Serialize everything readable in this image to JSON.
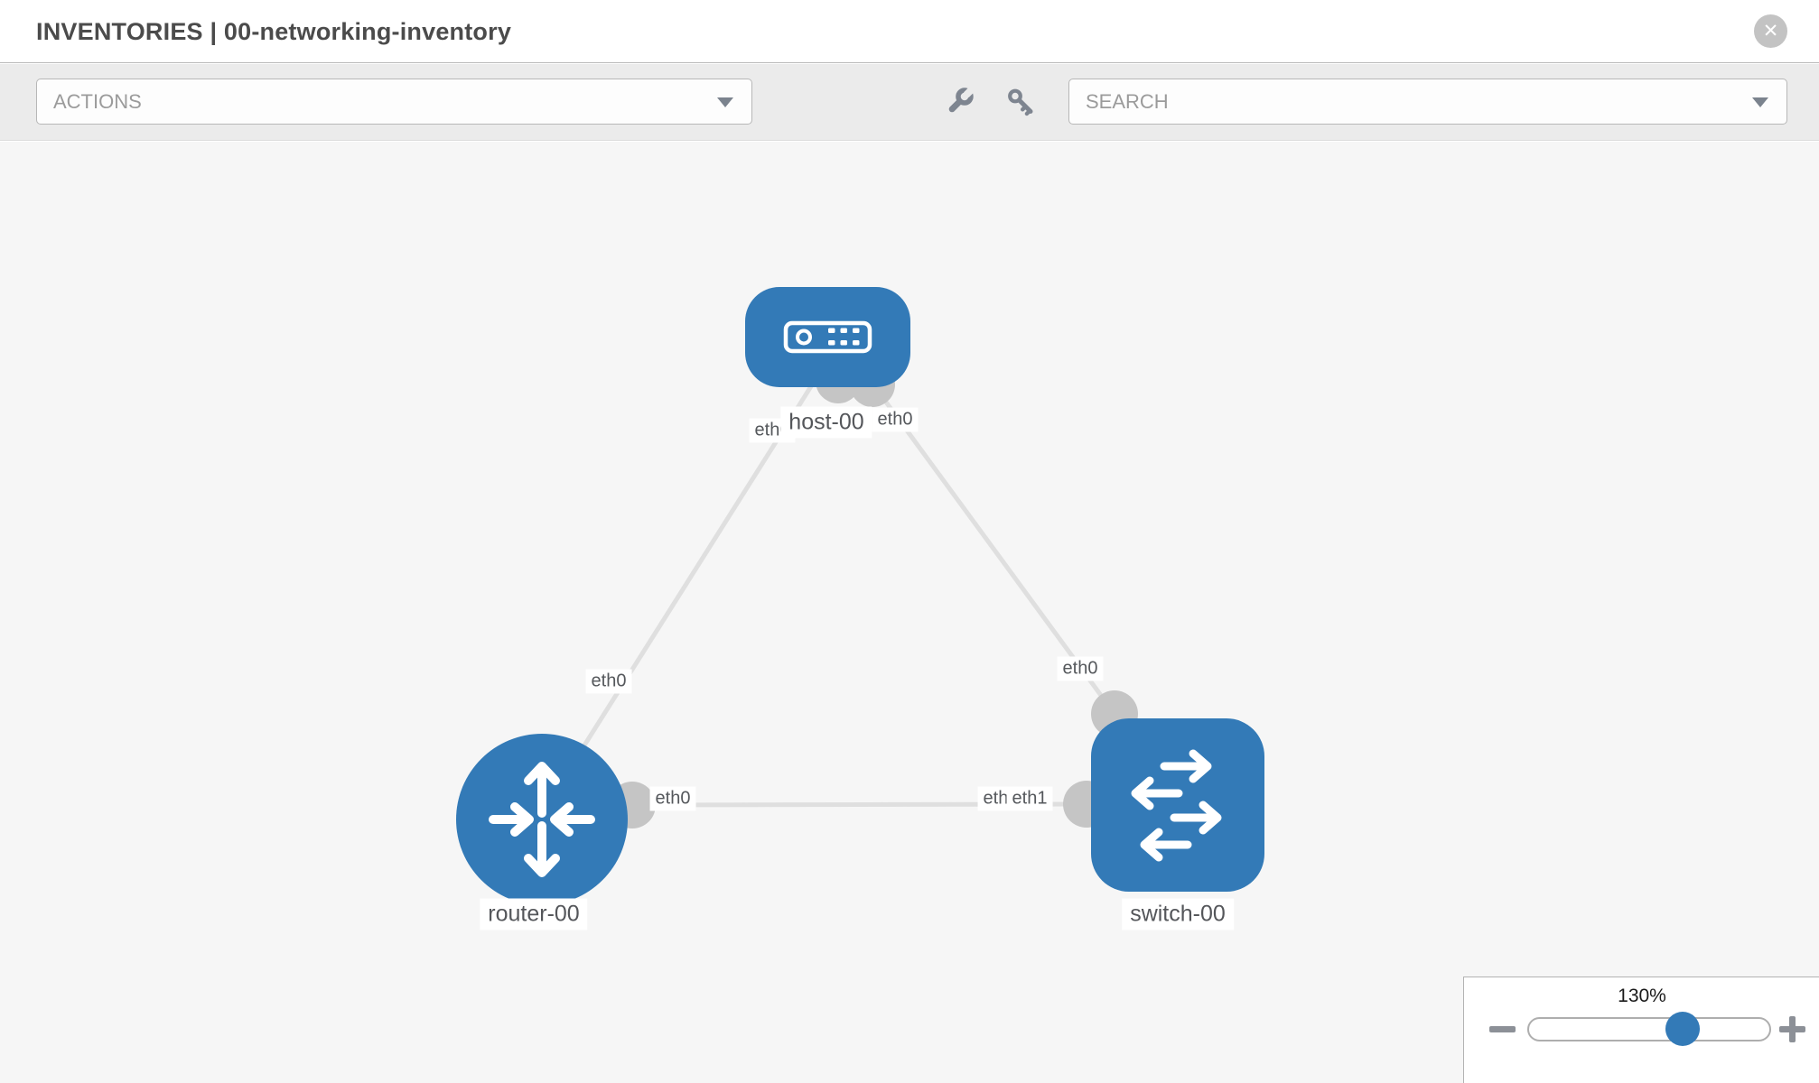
{
  "header": {
    "title": "INVENTORIES | 00-networking-inventory",
    "close_glyph": "✕"
  },
  "toolbar": {
    "actions_label": "ACTIONS",
    "search_placeholder": "SEARCH",
    "icons": [
      "wrench-icon",
      "key-icon"
    ]
  },
  "topology": {
    "nodes": [
      {
        "id": "host-00",
        "type": "host",
        "label": "host-00"
      },
      {
        "id": "router-00",
        "type": "router",
        "label": "router-00"
      },
      {
        "id": "switch-00",
        "type": "switch",
        "label": "switch-00"
      }
    ],
    "links": [
      {
        "source": "host-00",
        "source_interface": "eth0",
        "target": "router-00",
        "target_interface": "eth0"
      },
      {
        "source": "host-00",
        "source_interface": "eth0",
        "target": "switch-00",
        "target_interface": "eth0"
      },
      {
        "source": "router-00",
        "source_interface": "eth0",
        "target": "switch-00",
        "target_interface": "eth1"
      }
    ],
    "labels": {
      "host_name": "host-00",
      "router_name": "router-00",
      "switch_name": "switch-00",
      "eth_host_left": "eth0",
      "eth_host_right": "eth0",
      "eth_router_top": "eth0",
      "eth_switch_top": "eth0",
      "eth_mid_router": "eth0",
      "eth_mid_switch_under": "eth0",
      "eth_mid_switch_top": "eth1"
    }
  },
  "zoom_control": {
    "level": "130%"
  },
  "colors": {
    "node_blue": "#337ab7",
    "connector_gray": "#c5c5c5",
    "link_gray": "#dfdfdf",
    "canvas_bg": "#f6f6f6",
    "toolbar_bg": "#ebebeb",
    "icon_gray": "#7e8590"
  }
}
